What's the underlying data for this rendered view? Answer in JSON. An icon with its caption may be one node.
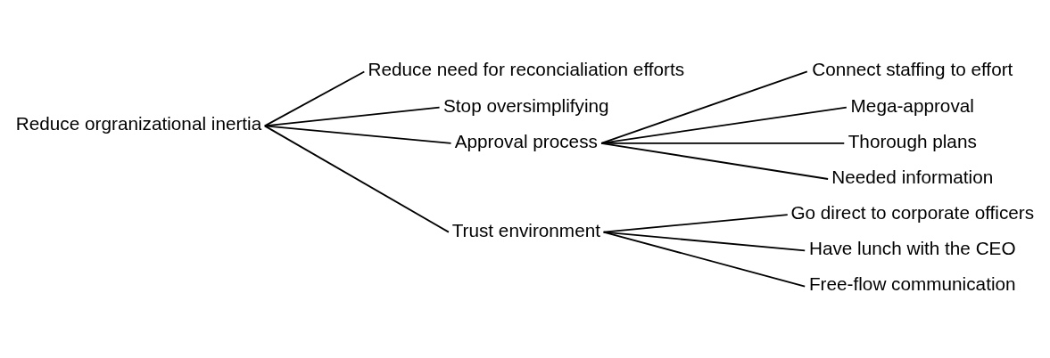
{
  "diagram": {
    "nodes": [
      {
        "text": [
          "Reduce orgranizational inertia"
        ]
      },
      {
        "text": [
          "Reduce need for reconcialiation efforts"
        ]
      },
      {
        "text": [
          "Stop oversimplifying"
        ]
      },
      {
        "text": [
          "Approval process"
        ]
      },
      {
        "text": [
          "Connect staffing to effort"
        ]
      },
      {
        "text": [
          "Mega-approval"
        ]
      },
      {
        "text": [
          "Thorough plans"
        ]
      },
      {
        "text": [
          "Needed information"
        ]
      },
      {
        "text": [
          "Trust environment"
        ]
      },
      {
        "text": [
          "Go direct to corporate officers"
        ]
      },
      {
        "text": [
          "Have lunch with the CEO"
        ]
      },
      {
        "text": [
          "Free-flow communication"
        ]
      }
    ],
    "edges": [
      {
        "from": 0,
        "to": 1,
        "arrow": "none"
      },
      {
        "from": 0,
        "to": 2,
        "arrow": "none"
      },
      {
        "from": 0,
        "to": 3,
        "arrow": "none"
      },
      {
        "from": 0,
        "to": 8,
        "arrow": "none"
      },
      {
        "from": 3,
        "to": 4,
        "arrow": "none"
      },
      {
        "from": 3,
        "to": 5,
        "arrow": "none"
      },
      {
        "from": 3,
        "to": 6,
        "arrow": "none"
      },
      {
        "from": 3,
        "to": 7,
        "arrow": "none"
      },
      {
        "from": 8,
        "to": 9,
        "arrow": "none"
      },
      {
        "from": 8,
        "to": 10,
        "arrow": "none"
      },
      {
        "from": 8,
        "to": 11,
        "arrow": "none"
      }
    ]
  }
}
